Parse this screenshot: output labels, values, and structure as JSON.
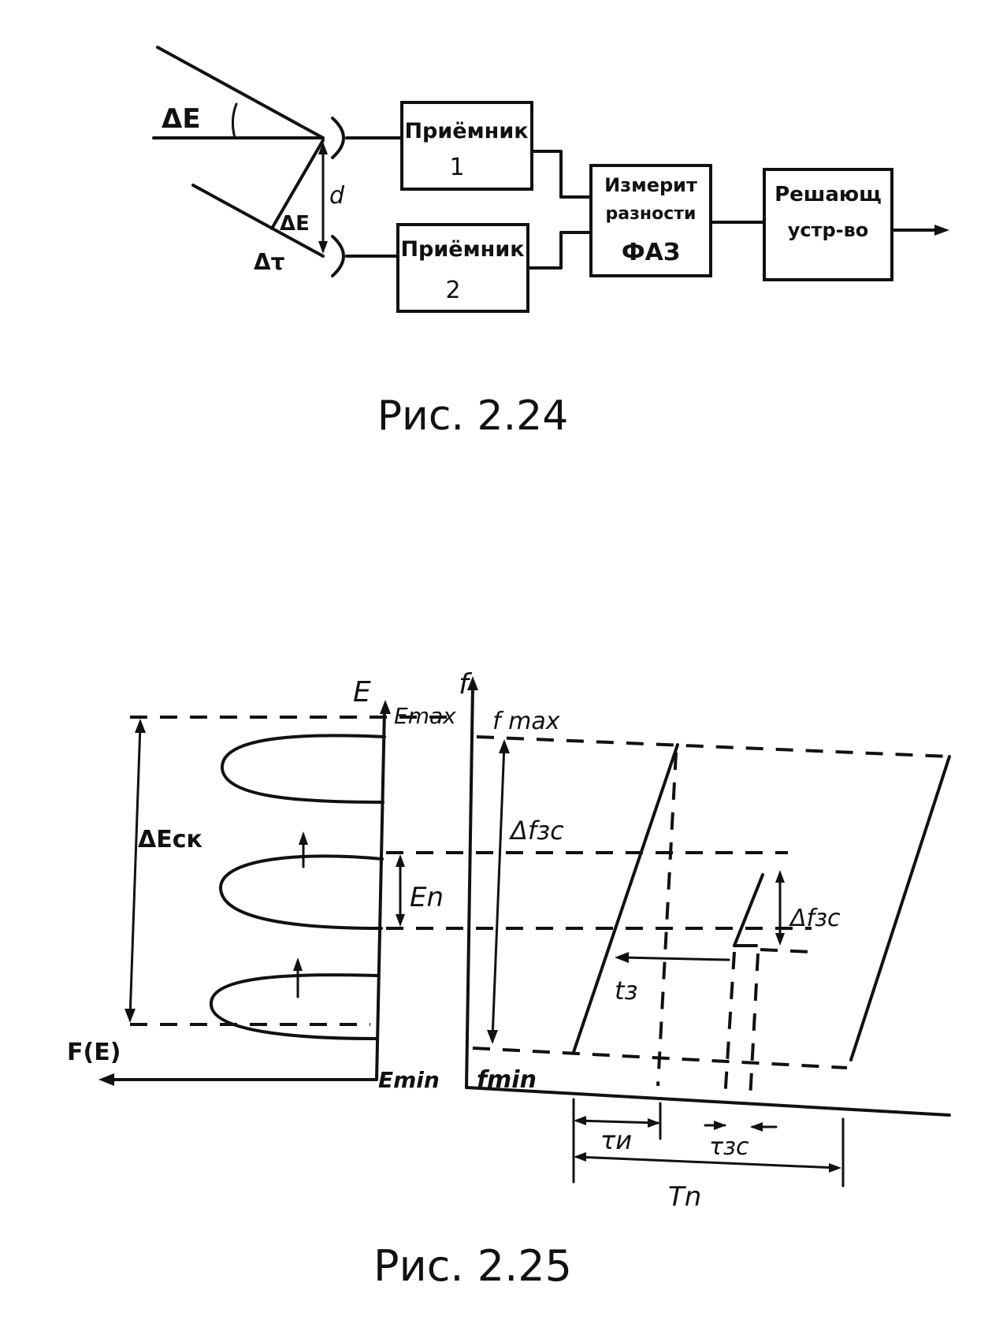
{
  "fig224": {
    "caption": "Рис. 2.24",
    "labels": {
      "delta_eps": "ΔE",
      "d": "d",
      "delta_eps_small": "ΔE",
      "delta_tau": "Δτ"
    },
    "blocks": {
      "receiver1": {
        "line1": "Приёмник",
        "line2": "1"
      },
      "receiver2": {
        "line1": "Приёмник",
        "line2": "2"
      },
      "phase_meter": {
        "line1": "Измерит",
        "line2": "разности",
        "line3": "ФАЗ"
      },
      "decision": {
        "line1": "Решающ",
        "line2": "устр-во"
      }
    }
  },
  "fig225": {
    "caption": "Рис. 2.25",
    "labels": {
      "eps_axis": "E",
      "f_axis": "f",
      "eps_max": "Emax",
      "f_max": "f max",
      "delta_eps_sk": "ΔEск",
      "delta_f_zs_large": "Δfзс",
      "eps_n": "En",
      "delta_f_zs_small": "Δfзс",
      "t_z": "tз",
      "F_eps": "F(E)",
      "eps_min": "Emin",
      "f_min": "fmin",
      "tau_i": "τи",
      "tau_zs": "τзс",
      "T_n": "Tn"
    }
  }
}
